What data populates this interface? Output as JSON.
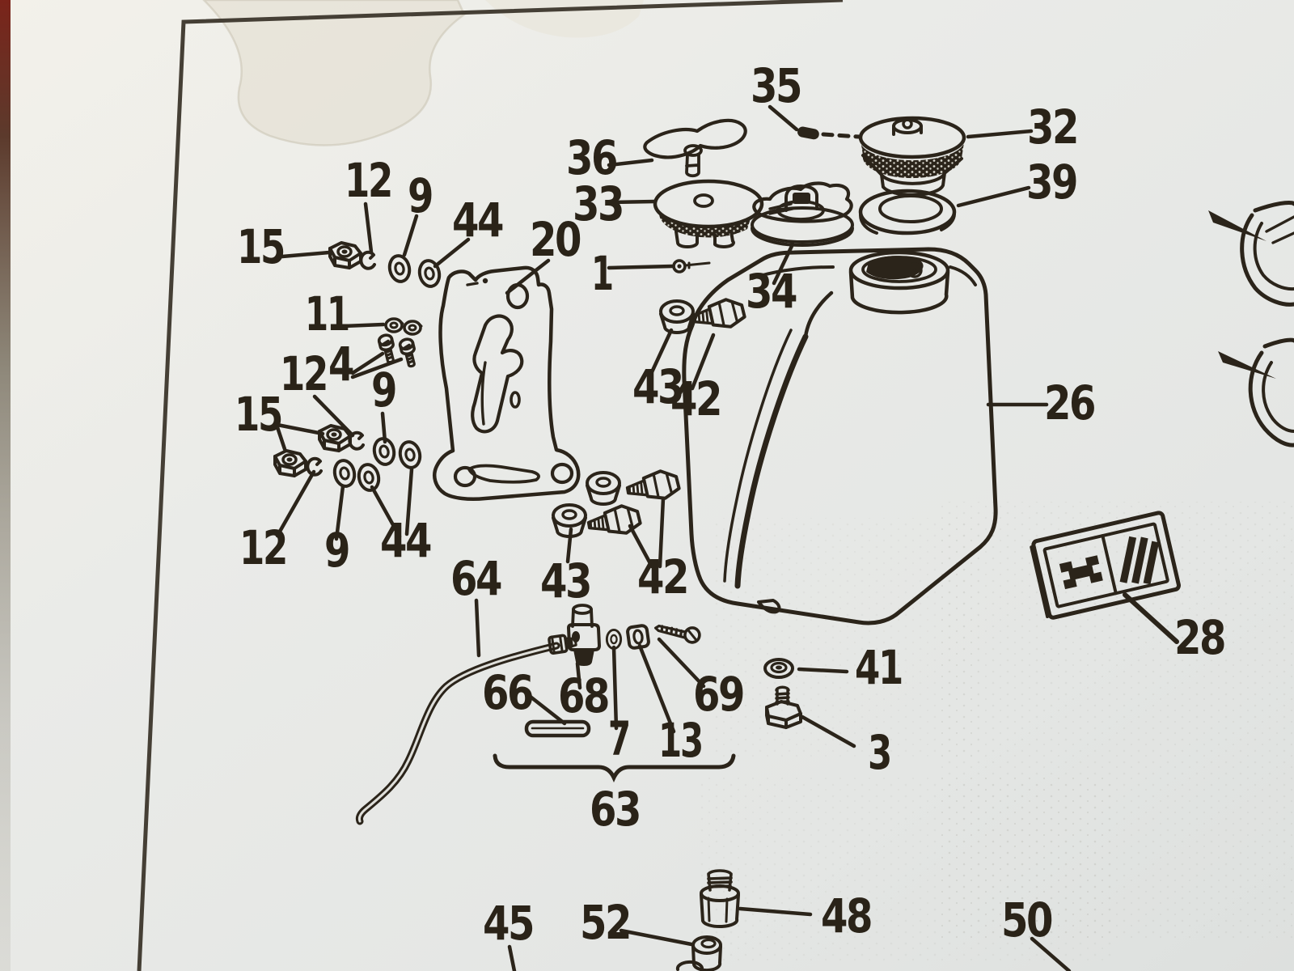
{
  "page": {
    "colors": {
      "ink": "#2b241a",
      "paper": "#e9eae7",
      "page_edge_red": "#7a241a"
    },
    "callouts": {
      "n35": "35",
      "n32": "32",
      "n36": "36",
      "n33": "33",
      "n39": "39",
      "n34": "34",
      "n20": "20",
      "n1": "1",
      "n12a": "12",
      "n9a": "9",
      "n44a": "44",
      "n15a": "15",
      "n11": "11",
      "n4": "4",
      "n12b": "12",
      "n9b": "9",
      "n15b": "15",
      "n12c": "12",
      "n9c": "9",
      "n44b": "44",
      "n26": "26",
      "n43a": "43",
      "n42a": "42",
      "n43b": "43",
      "n42b": "42",
      "n64": "64",
      "n66": "66",
      "n68": "68",
      "n69": "69",
      "n7": "7",
      "n13": "13",
      "n63": "63",
      "n41": "41",
      "n3": "3",
      "n28": "28",
      "n45": "45",
      "n52": "52",
      "n48": "48",
      "n50": "50"
    }
  }
}
